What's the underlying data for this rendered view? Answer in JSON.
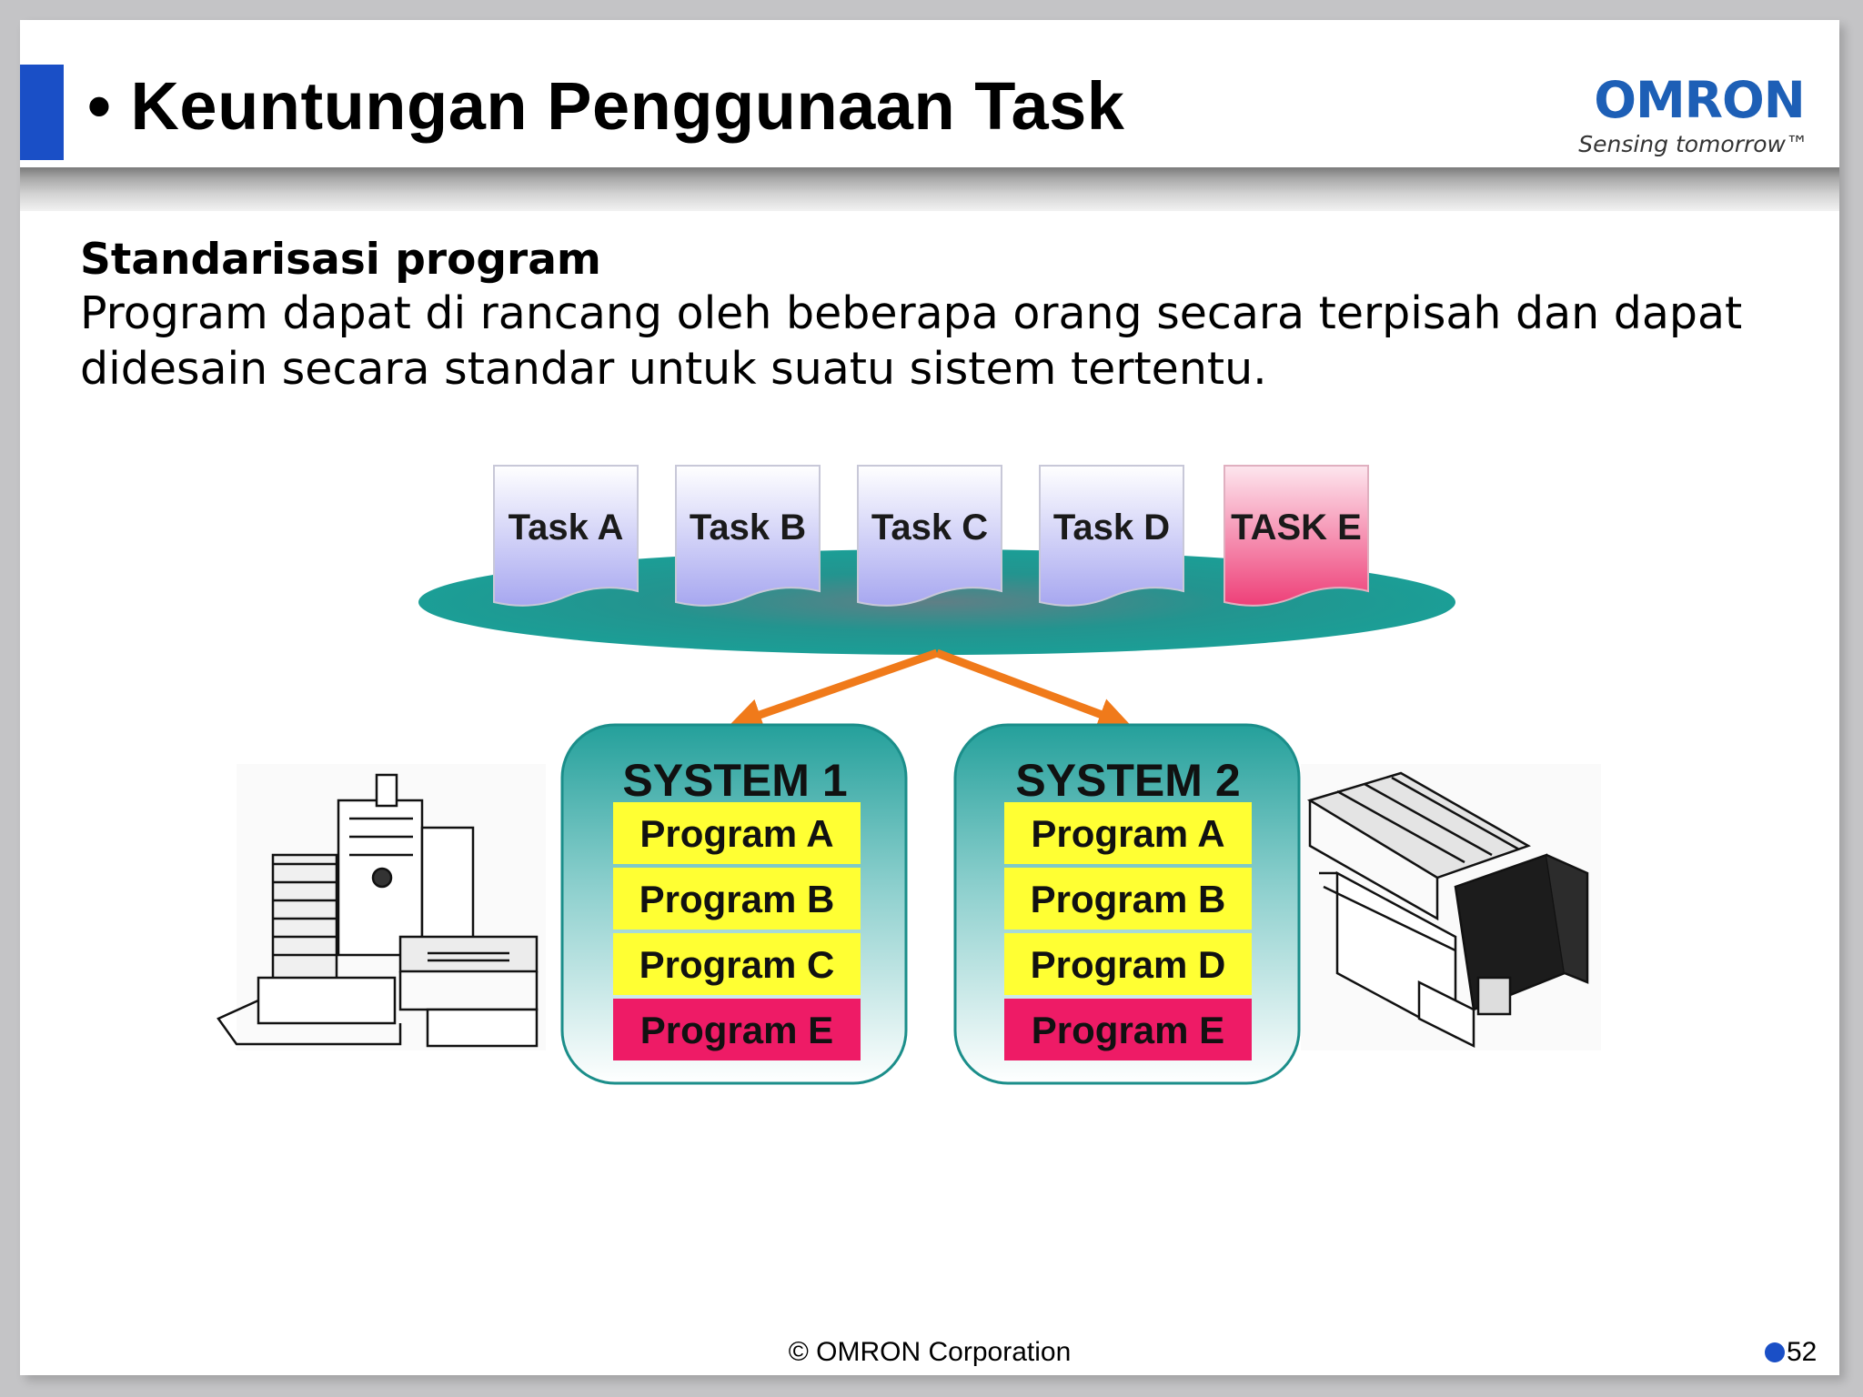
{
  "header": {
    "title": "• Keuntungan Penggunaan Task",
    "logo_word": "OMRON",
    "logo_tagline": "Sensing tomorrow™",
    "accent_color": "#1a4fc6"
  },
  "content": {
    "heading": "Standarisasi program",
    "body": "Program dapat di rancang oleh beberapa orang secara terpisah dan dapat didesain secara standar untuk suatu sistem tertentu."
  },
  "diagram": {
    "tasks": [
      {
        "label": "Task A",
        "color": "#b8b8f4"
      },
      {
        "label": "Task B",
        "color": "#b8b8f4"
      },
      {
        "label": "Task C",
        "color": "#b8b8f4"
      },
      {
        "label": "Task D",
        "color": "#b8b8f4"
      },
      {
        "label": "TASK E",
        "color": "#f05e8a"
      }
    ],
    "platform_color": "#1e9b94",
    "arrow_color": "#f07a1a",
    "systems": [
      {
        "title": "SYSTEM 1",
        "programs": [
          "Program A",
          "Program B",
          "Program C",
          "Program E"
        ]
      },
      {
        "title": "SYSTEM 2",
        "programs": [
          "Program A",
          "Program B",
          "Program D",
          "Program E"
        ]
      }
    ],
    "program_colors": {
      "standard": "#ffff33",
      "highlight": "#ee1b66"
    },
    "machines": [
      "machine-tool-illustration",
      "packaging-line-illustration"
    ]
  },
  "footer": {
    "copyright": "© OMRON Corporation",
    "page_number": "52"
  }
}
